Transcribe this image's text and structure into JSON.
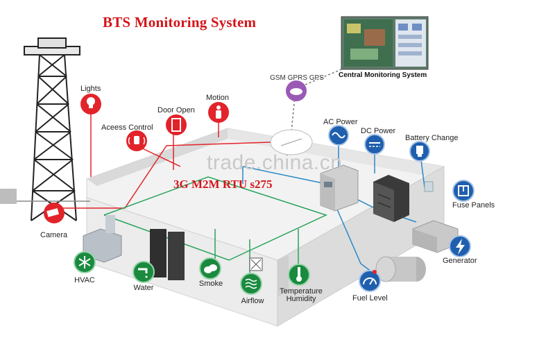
{
  "header": {
    "title": "BTS Monitoring System"
  },
  "central": {
    "label": "Central Monitoring System"
  },
  "gsm": {
    "label": "GSM GPRS GPS"
  },
  "rtu": {
    "label": "3G M2M RTU s275"
  },
  "watermark": {
    "text": "trade.china.cn"
  },
  "colors": {
    "title": "#d4151b",
    "red_icon": "#e2232a",
    "blue_icon": "#1f5fae",
    "green_icon": "#1a8a3f",
    "purple_icon": "#9b59b6",
    "green_line": "#28a35a",
    "red_line": "#e2232a",
    "blue_line": "#2a88c8"
  },
  "sensors": {
    "lights": {
      "label": "Lights",
      "icon": "bulb-icon"
    },
    "access_control": {
      "label": "Aceess Control",
      "icon": "access-control-icon"
    },
    "door_open": {
      "label": "Door Open",
      "icon": "door-icon"
    },
    "motion": {
      "label": "Motion",
      "icon": "person-icon"
    },
    "camera": {
      "label": "Camera",
      "icon": "camera-icon"
    },
    "ac_power": {
      "label": "AC Power",
      "icon": "ac-wave-icon"
    },
    "dc_power": {
      "label": "DC Power",
      "icon": "dc-power-icon"
    },
    "battery_change": {
      "label": "Battery Change",
      "icon": "battery-plug-icon"
    },
    "fuse_panels": {
      "label": "Fuse Panels",
      "icon": "fuse-panel-icon"
    },
    "generator": {
      "label": "Generator",
      "icon": "lightning-icon"
    },
    "hvac": {
      "label": "HVAC",
      "icon": "snowflake-icon"
    },
    "water": {
      "label": "Water",
      "icon": "faucet-icon"
    },
    "smoke": {
      "label": "Smoke",
      "icon": "cloud-icon"
    },
    "airflow": {
      "label": "Airflow",
      "icon": "airflow-waves-icon"
    },
    "temperature": {
      "label": "Temperature",
      "icon": "thermometer-icon"
    },
    "humidity": {
      "label": "Humidity"
    },
    "fuel_level": {
      "label": "Fuel Level",
      "icon": "gauge-icon"
    }
  }
}
